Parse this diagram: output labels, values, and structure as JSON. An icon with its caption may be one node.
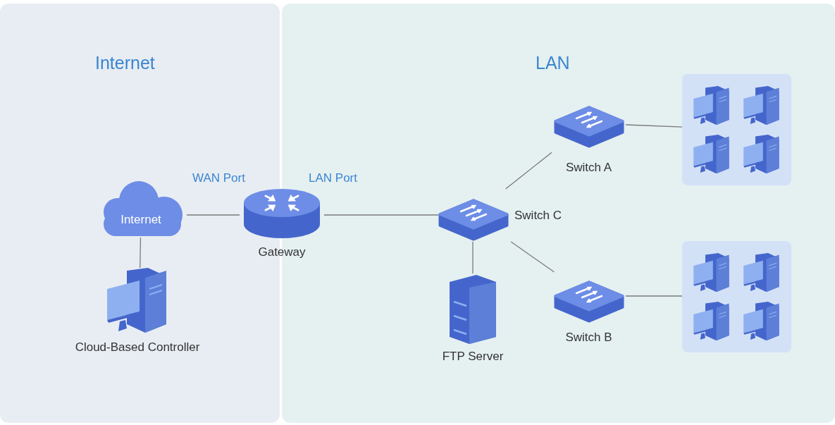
{
  "diagram": {
    "nodes": [
      {
        "text": [
          "Internet"
        ]
      },
      {
        "text": [
          "LAN"
        ]
      },
      {
        "text": [
          "Internet"
        ],
        "in": 0
      },
      {
        "text": [
          "Cloud-Based Controller"
        ],
        "in": 0
      },
      {
        "text": [
          "Gateway"
        ]
      },
      {
        "text": [
          "Switch C"
        ],
        "in": 1
      },
      {
        "text": [
          "Switch A"
        ],
        "in": 1
      },
      {
        "text": [
          "Switch B"
        ],
        "in": 1
      },
      {
        "text": [
          "FTP Server"
        ],
        "in": 1
      },
      {
        "text": [],
        "shape": "box",
        "in": 1
      },
      {
        "text": [],
        "shape": "box",
        "in": 1
      }
    ],
    "edges": [
      {
        "from": 2,
        "to": 3,
        "arrow": "none"
      },
      {
        "from": 2,
        "to": 4,
        "arrow": "none"
      },
      {
        "from": 4,
        "to": 5,
        "arrow": "none"
      },
      {
        "from": 5,
        "to": 6,
        "arrow": "none"
      },
      {
        "from": 5,
        "to": 7,
        "arrow": "none"
      },
      {
        "from": 5,
        "to": 8,
        "arrow": "none"
      },
      {
        "from": 6,
        "to": 9,
        "arrow": "none"
      },
      {
        "from": 7,
        "to": 10,
        "arrow": "none"
      }
    ],
    "labels": [
      "WAN Port",
      "LAN Port"
    ]
  }
}
